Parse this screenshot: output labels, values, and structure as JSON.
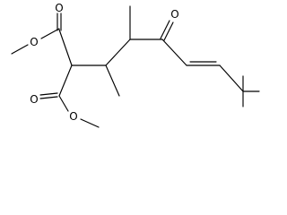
{
  "structure": {
    "atom_labels": {
      "ester_top_carbonyl_o": "O",
      "ester_top_ether_o": "O",
      "ketone_o": "O",
      "ester_bottom_carbonyl_o": "O",
      "ester_bottom_ether_o": "O"
    }
  }
}
